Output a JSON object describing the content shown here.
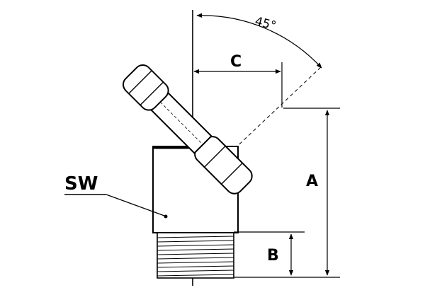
{
  "labels": {
    "angle": "45°",
    "c": "C",
    "a": "A",
    "b": "B",
    "sw": "SW"
  },
  "colors": {
    "stroke": "#000000",
    "background": "#ffffff"
  }
}
